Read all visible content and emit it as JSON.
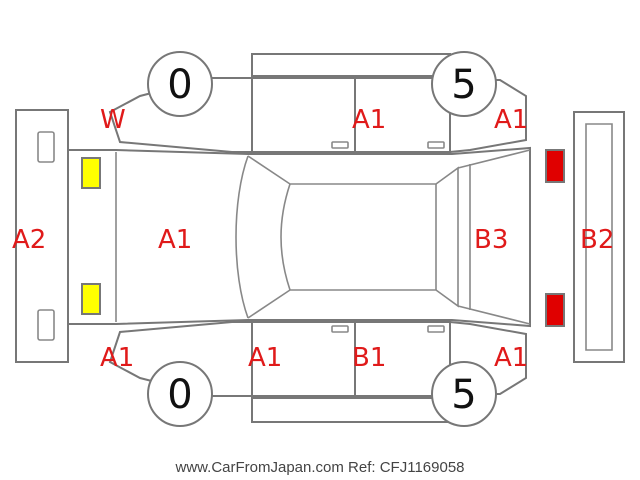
{
  "footer": {
    "credit": "www.CarFromJapan.com Ref: CFJ1169058"
  },
  "tires": {
    "front_left": "0",
    "front_right": "0",
    "rear_left": "5",
    "rear_right": "5"
  },
  "damage_labels": {
    "front_top_corner": "W",
    "top_door": "A1",
    "rear_top_corner": "A1",
    "front_bumper": "A2",
    "hood": "A1",
    "rear_gate": "B3",
    "rear_bumper": "B2",
    "front_bottom_corner": "A1",
    "bottom_front_door": "A1",
    "bottom_rear_door": "B1",
    "rear_bottom_corner": "A1"
  },
  "colors": {
    "label": "#e01a1a",
    "headlight": "#ffff00",
    "taillight": "#e00000",
    "outline": "#777777"
  },
  "icons": {
    "headlights": "yellow-rectangle",
    "taillights": "red-rectangle"
  }
}
